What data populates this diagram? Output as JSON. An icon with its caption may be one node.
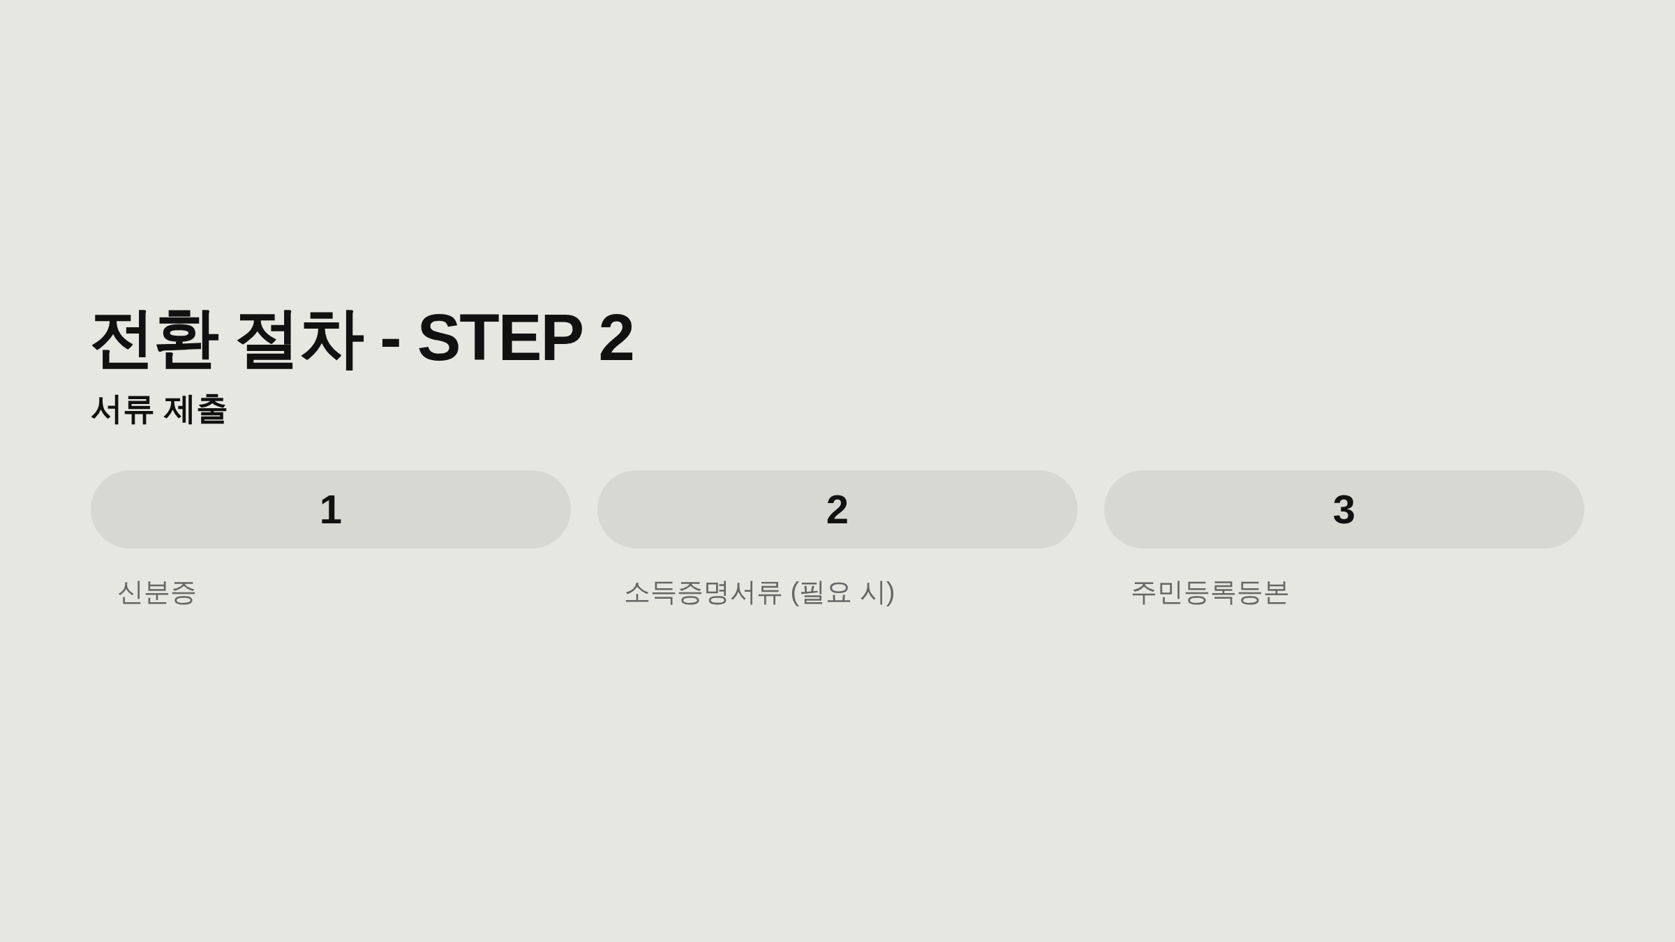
{
  "diagram": {
    "title": "전환 절차 - STEP 2",
    "nodes": [
      {
        "text": [
          "1"
        ],
        "beside": [
          "신분증"
        ]
      },
      {
        "text": [
          "2"
        ],
        "beside": [
          "소득증명서류 (필요 시)"
        ]
      },
      {
        "text": [
          "3"
        ],
        "beside": [
          "주민등록등본"
        ]
      }
    ],
    "labels": [
      "서류 제출"
    ]
  }
}
